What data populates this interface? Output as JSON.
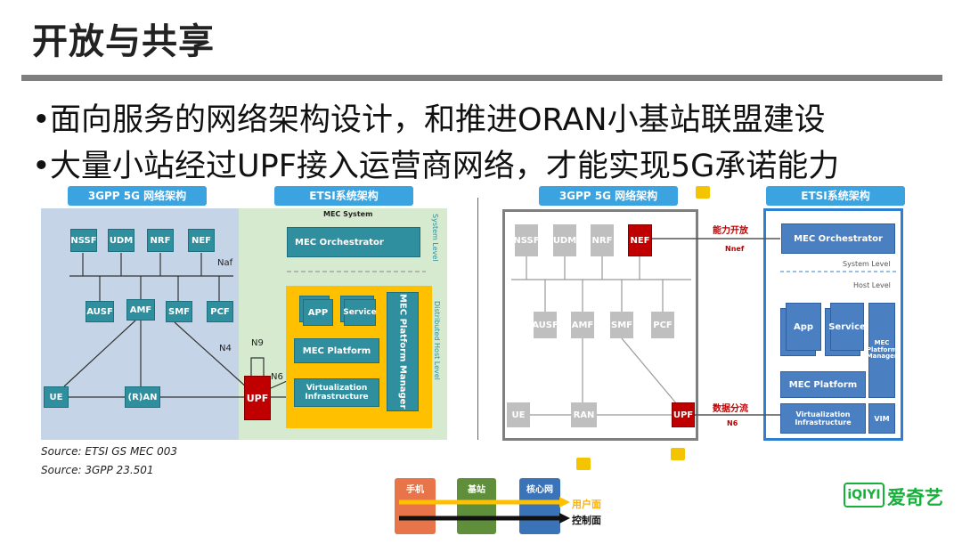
{
  "title": "开放与共享",
  "bullets": [
    "面向服务的网络架构设计，和推进ORAN小基站联盟建设",
    "大量小站经过UPF接入运营商网络，才能实现5G承诺能力"
  ],
  "left": {
    "hdr_3gpp": "3GPP 5G 网络架构",
    "hdr_etsi": "ETSI系统架构",
    "nfs_top": [
      "NSSF",
      "UDM",
      "NRF",
      "NEF"
    ],
    "nfs_mid": [
      "AUSF",
      "AMF",
      "SMF",
      "PCF"
    ],
    "naf": "Naf",
    "n4": "N4",
    "n9": "N9",
    "n6": "N6",
    "ue": "UE",
    "ran": "(R)AN",
    "upf": "UPF",
    "mec_system": "MEC System",
    "system_level": "System Level",
    "mec_orchestrator": "MEC Orchestrator",
    "app": "APP",
    "service": "Service",
    "mec_platform": "MEC Platform",
    "virt": "Virtualization Infrastructure",
    "mec_pm": "MEC Platform Manager",
    "dist_host": "Distributed Host Level"
  },
  "right": {
    "hdr_3gpp": "3GPP 5G 网络架构",
    "hdr_etsi": "ETSI系统架构",
    "nfs_top": [
      "NSSF",
      "UDM",
      "NRF",
      "NEF"
    ],
    "nfs_mid": [
      "AUSF",
      "AMF",
      "SMF",
      "PCF"
    ],
    "ue": "UE",
    "ran": "RAN",
    "upf": "UPF",
    "cap_open": "能力开放",
    "nnef": "Nnef",
    "data_div": "数据分流",
    "n6": "N6",
    "mec_orchestrator": "MEC Orchestrator",
    "system_level": "System Level",
    "host_level": "Host Level",
    "app": "App",
    "service": "Service",
    "mec_pm": "MEC Platform Manager",
    "mec_platform": "MEC Platform",
    "virt": "Virtualization Infrastructure",
    "vim": "VIM"
  },
  "sources": [
    "Source: ETSI GS MEC 003",
    "Source: 3GPP 23.501"
  ],
  "bottom": {
    "phone": "手机",
    "bs": "基站",
    "core": "核心网",
    "user_plane": "用户面",
    "control_plane": "控制面"
  },
  "logo": {
    "mark": "iQIYI",
    "name": "爱奇艺"
  },
  "colors": {
    "teal": "#2f8f9f",
    "red": "#c00000",
    "blue": "#4a7fc1",
    "orange": "#ffc000",
    "header": "#3ba3e0"
  }
}
